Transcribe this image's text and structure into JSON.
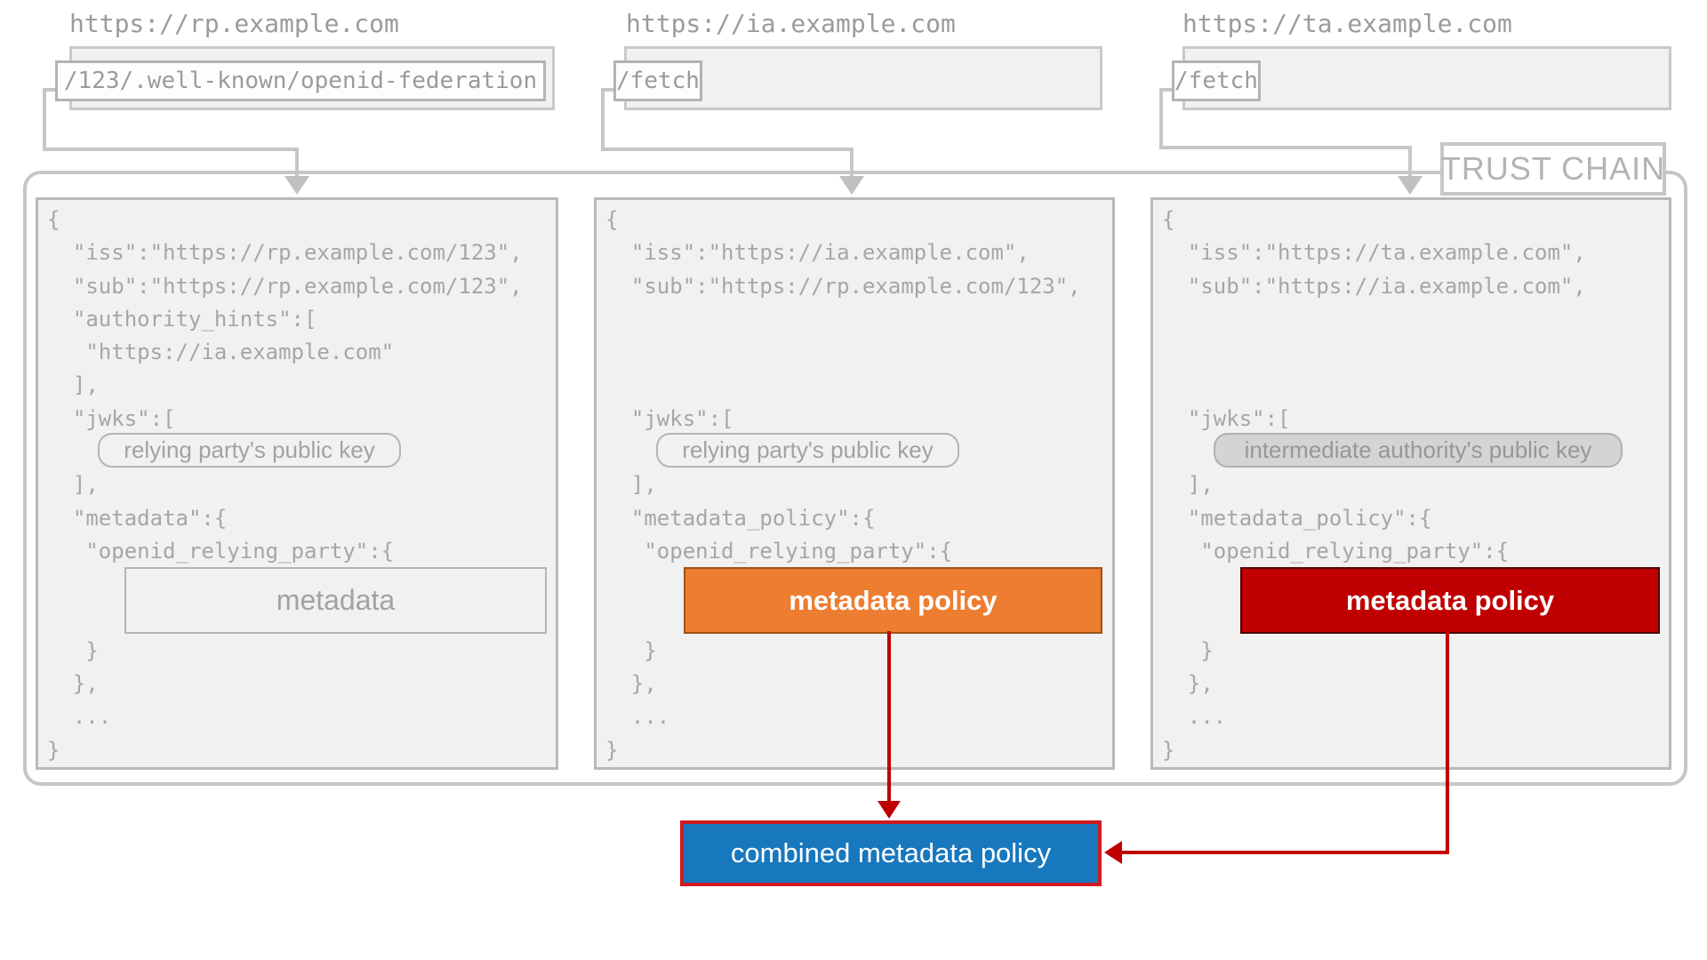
{
  "trust_chain": {
    "label": "TRUST CHAIN"
  },
  "combined_policy": {
    "label": "combined metadata policy",
    "fill_color": "#1878be",
    "border_color": "#d0191f",
    "text_color": "#ffffff"
  },
  "colors": {
    "diagram_gray_lines": "#c6c6c6",
    "statement_background": "#f1f1f1",
    "statement_text": "#a6a6a6",
    "arrow_red": "#c00000",
    "policy_orange": "#ed7d31",
    "policy_dark_red": "#c00000",
    "combined_blue": "#1878be"
  },
  "columns": [
    {
      "base_url": "https://rp.example.com",
      "endpoint": "/123/.well-known/openid-federation",
      "statement": "{\n  \"iss\":\"https://rp.example.com/123\",\n  \"sub\":\"https://rp.example.com/123\",\n  \"authority_hints\":[\n   \"https://ia.example.com\"\n  ],\n  \"jwks\":[\n\n  ],\n  \"metadata\":{\n   \"openid_relying_party\":{\n\n\n   }\n  },\n  ...\n}",
      "jwks_key_label": "relying party's public key",
      "policy_label": "metadata"
    },
    {
      "base_url": "https://ia.example.com",
      "endpoint": "/fetch",
      "statement": "{\n  \"iss\":\"https://ia.example.com\",\n  \"sub\":\"https://rp.example.com/123\",\n\n\n\n  \"jwks\":[\n\n  ],\n  \"metadata_policy\":{\n   \"openid_relying_party\":{\n\n\n   }\n  },\n  ...\n}",
      "jwks_key_label": "relying party's public key",
      "policy_label": "metadata policy"
    },
    {
      "base_url": "https://ta.example.com",
      "endpoint": "/fetch",
      "statement": "{\n  \"iss\":\"https://ta.example.com\",\n  \"sub\":\"https://ia.example.com\",\n\n\n\n  \"jwks\":[\n\n  ],\n  \"metadata_policy\":{\n   \"openid_relying_party\":{\n\n\n   }\n  },\n  ...\n}",
      "jwks_key_label": "intermediate authority's public key",
      "policy_label": "metadata policy"
    }
  ]
}
